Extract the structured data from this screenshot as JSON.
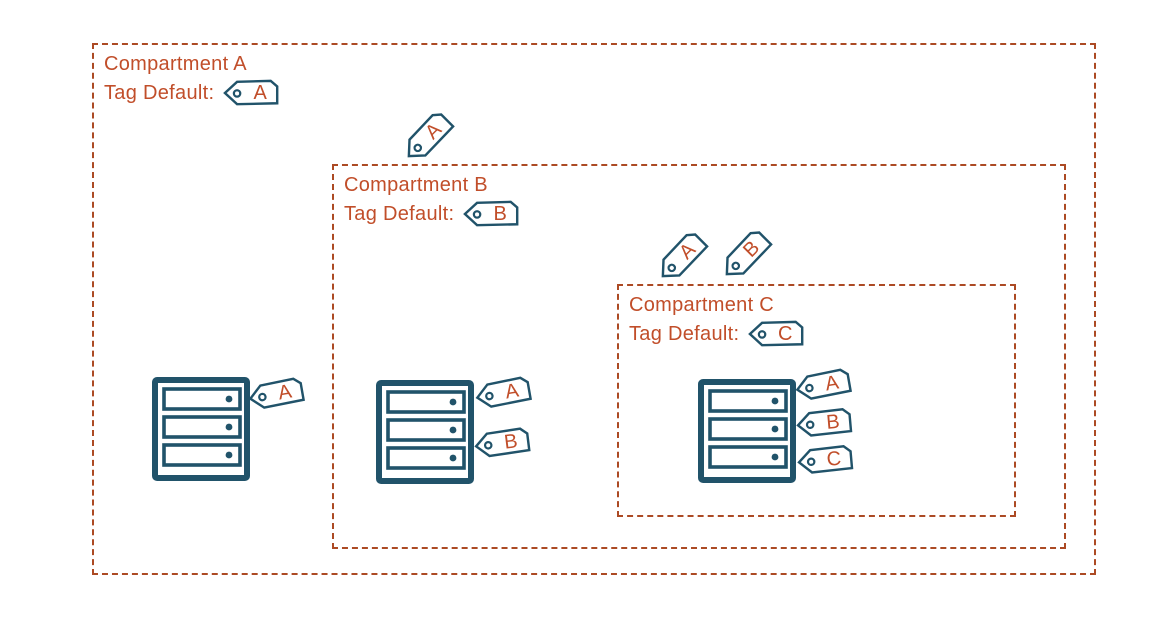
{
  "colors": {
    "background": "#ffffff",
    "compartment_border": "#ac4a24",
    "compartment_text": "#c14e2a",
    "tag_outline": "#21536a",
    "tag_letter": "#c14e2a",
    "server_outline": "#21536a"
  },
  "compartments": [
    {
      "title": "Compartment A",
      "tag_default_label": "Tag Default:",
      "tag_default_value": "A",
      "inherited_tags": []
    },
    {
      "title": "Compartment B",
      "tag_default_label": "Tag Default:",
      "tag_default_value": "B",
      "inherited_tags": [
        "A"
      ]
    },
    {
      "title": "Compartment C",
      "tag_default_label": "Tag Default:",
      "tag_default_value": "C",
      "inherited_tags": [
        "A",
        "B"
      ]
    }
  ],
  "servers": [
    {
      "compartment": "Compartment A",
      "tags": [
        "A"
      ]
    },
    {
      "compartment": "Compartment B",
      "tags": [
        "A",
        "B"
      ]
    },
    {
      "compartment": "Compartment C",
      "tags": [
        "A",
        "B",
        "C"
      ]
    }
  ]
}
